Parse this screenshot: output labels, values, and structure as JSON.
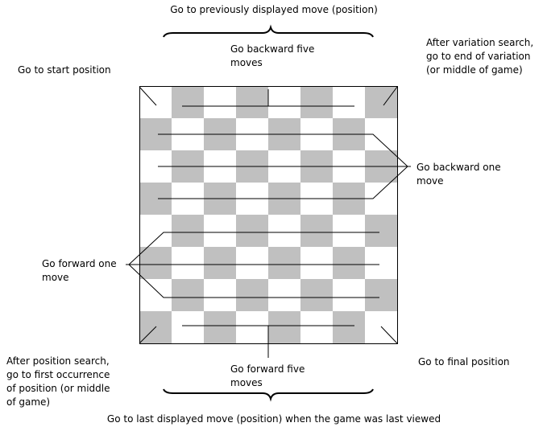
{
  "labels": {
    "top_center": "Go to previously displayed move (position)",
    "start_position": "Go to start position",
    "backward_five_l1": "Go backward five",
    "backward_five_l2": "moves",
    "after_variation_l1": "After variation search,",
    "after_variation_l2": "go to end of variation",
    "after_variation_l3": "(or middle of game)",
    "backward_one_l1": "Go backward one",
    "backward_one_l2": "move",
    "forward_one_l1": "Go forward one",
    "forward_one_l2": "move",
    "after_position_l1": "After position search,",
    "after_position_l2": "go to first occurrence",
    "after_position_l3": "of position (or middle",
    "after_position_l4": "of game)",
    "forward_five_l1": "Go forward five",
    "forward_five_l2": "moves",
    "final_position": "Go to final position",
    "bottom_center": "Go to last displayed move (position) when the game was last viewed"
  },
  "board": {
    "rows": 8,
    "cols": 8,
    "dark_color": "#c0c0c0",
    "light_color": "#ffffff"
  }
}
